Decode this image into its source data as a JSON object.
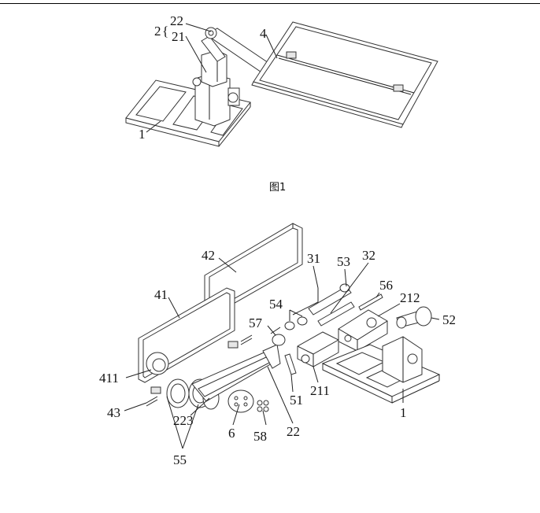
{
  "figure1": {
    "caption": "图1",
    "labels": {
      "l2": "2",
      "l22": "22",
      "l21": "21",
      "l4": "4",
      "l1": "1"
    }
  },
  "figure2": {
    "labels": {
      "l42": "42",
      "l41": "41",
      "l411": "411",
      "l43": "43",
      "l223": "223",
      "l55": "55",
      "l6": "6",
      "l58": "58",
      "l22": "22",
      "l51": "51",
      "l211": "211",
      "l1": "1",
      "l57": "57",
      "l54": "54",
      "l31": "31",
      "l53": "53",
      "l32": "32",
      "l56": "56",
      "l212": "212",
      "l52": "52"
    }
  }
}
